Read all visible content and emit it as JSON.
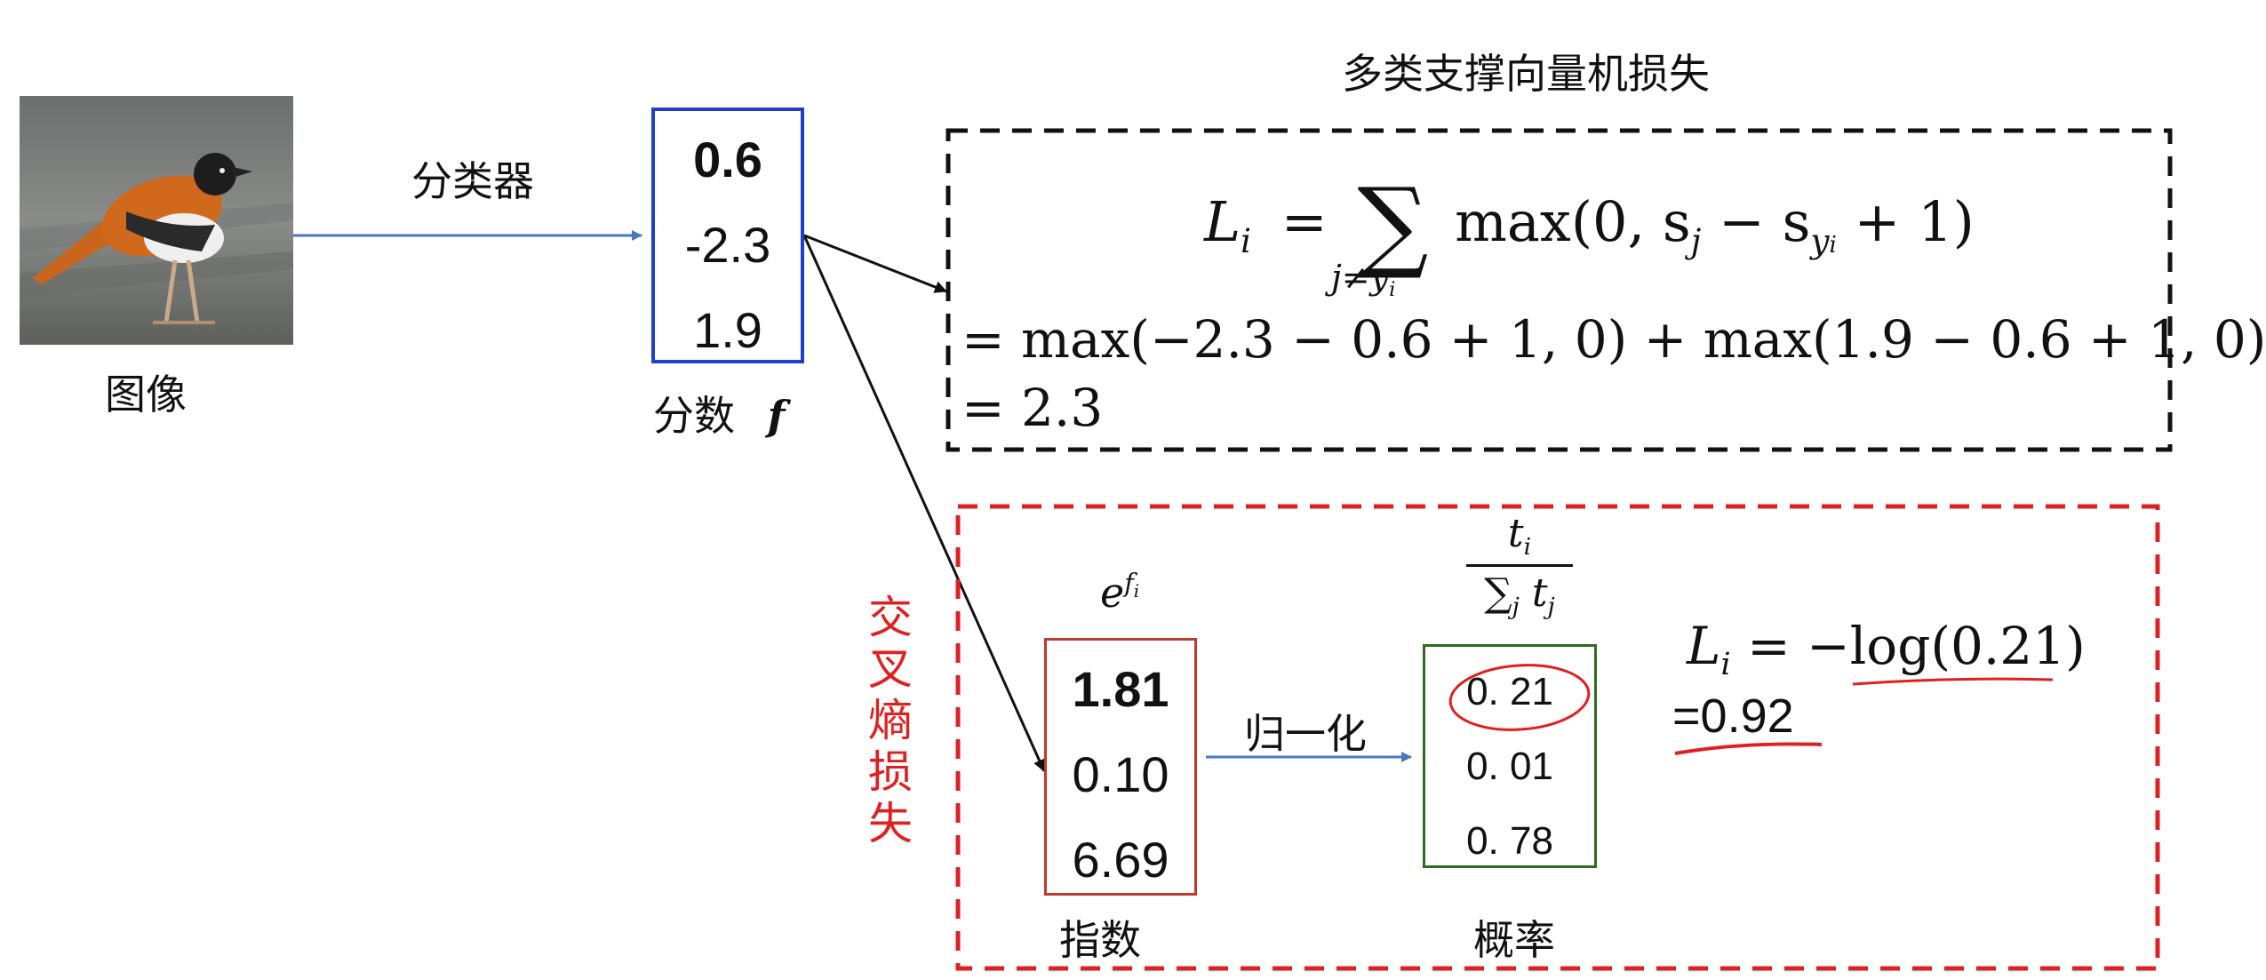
{
  "image_label": "图像",
  "classifier_label": "分类器",
  "scores": {
    "values": [
      "0.6",
      "-2.3",
      "1.9"
    ],
    "label": "分数",
    "symbol": "f"
  },
  "svm": {
    "title": "多类支撑向量机损失",
    "formula_lhs": "L",
    "formula_lhs_sub": "i",
    "formula_eq": "=",
    "formula_rhs": "max(0, s",
    "formula_sj": "j",
    "formula_minus": " − s",
    "formula_syi": "y",
    "formula_syi_sub": "i",
    "formula_tail": " + 1)",
    "sum_index": "j≠y",
    "sum_index_sub": "i",
    "line2": "= max(−2.3 − 0.6 + 1, 0) + max(1.9 − 0.6 + 1, 0)",
    "line3": "= 2.3"
  },
  "cross_entropy": {
    "title": "交叉熵损失",
    "exp_header_base": "e",
    "exp_header_sup": "f",
    "exp_header_sup_sub": "i",
    "exp_values": [
      "1.81",
      "0.10",
      "6.69"
    ],
    "exp_label": "指数",
    "normalize_label": "归一化",
    "prob_header_num": "t",
    "prob_header_num_sub": "i",
    "prob_header_den": "∑",
    "prob_header_den_sub": "j",
    "prob_header_den_t": "t",
    "prob_header_den_t_sub": "j",
    "prob_values": [
      "0. 21",
      "0. 01",
      "0. 78"
    ],
    "prob_label": "概率",
    "loss_lhs": "L",
    "loss_lhs_sub": "i",
    "loss_rhs": " = −log(0.21)",
    "loss_result": "=0.92"
  },
  "colors": {
    "score_box": "#1f3fd0",
    "exp_box": "#c0392b",
    "prob_box": "#2e6b1f",
    "red_dash": "#e02020",
    "black_dash": "#111111",
    "arrow_blue": "#4a78c0",
    "ce_title": "#e02020",
    "annotation": "#e02020"
  }
}
